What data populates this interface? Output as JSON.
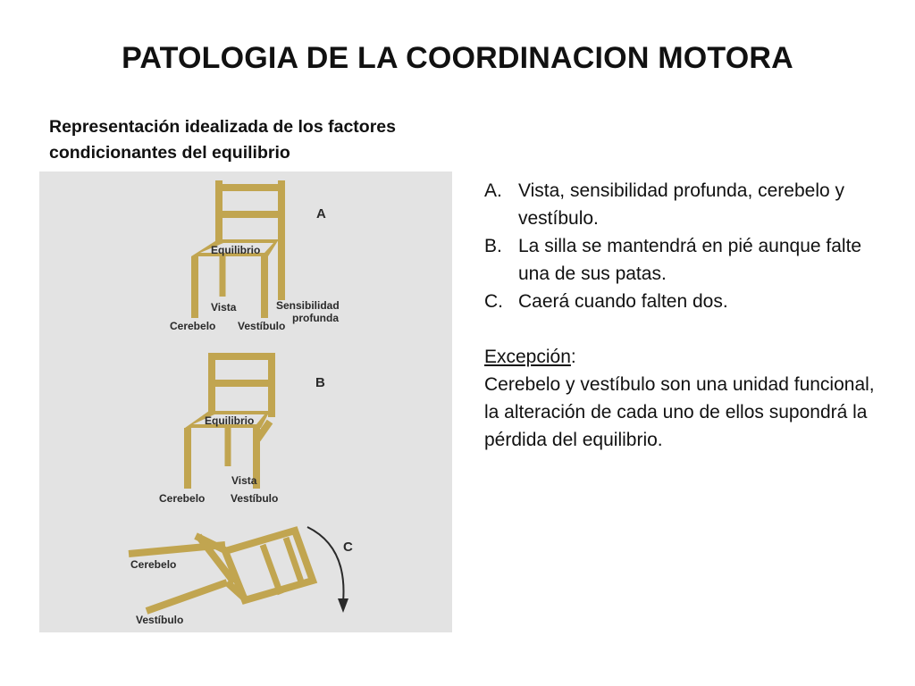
{
  "slide": {
    "title": "PATOLOGIA DE LA COORDINACION MOTORA",
    "subtitle": "Representación idealizada de los factores condicionantes del equilibrio"
  },
  "figure": {
    "chair_color": "#c1a550",
    "background_color": "#e3e3e3",
    "panels": [
      {
        "letter": "A",
        "labels": {
          "seat": "Equilibrio",
          "leg_vista": "Vista",
          "leg_sensibilidad_line1": "Sensibilidad",
          "leg_sensibilidad_line2": "profunda",
          "leg_cerebelo": "Cerebelo",
          "leg_vestibulo": "Vestíbulo"
        }
      },
      {
        "letter": "B",
        "labels": {
          "seat": "Equilibrio",
          "leg_vista": "Vista",
          "leg_cerebelo": "Cerebelo",
          "leg_vestibulo": "Vestíbulo"
        }
      },
      {
        "letter": "C",
        "labels": {
          "leg_cerebelo": "Cerebelo",
          "leg_vestibulo": "Vestíbulo"
        }
      }
    ]
  },
  "list": [
    {
      "marker": "A.",
      "text": "Vista, sensibilidad profunda, cerebelo y vestíbulo."
    },
    {
      "marker": "B.",
      "text": "La silla se mantendrá en pié aunque falte una de sus patas."
    },
    {
      "marker": "C.",
      "text": "Caerá cuando falten dos."
    }
  ],
  "exception": {
    "heading": "Excepción",
    "colon": ":",
    "text": "Cerebelo y vestíbulo son una unidad funcional, la alteración de cada uno de ellos supondrá la pérdida del equilibrio."
  }
}
